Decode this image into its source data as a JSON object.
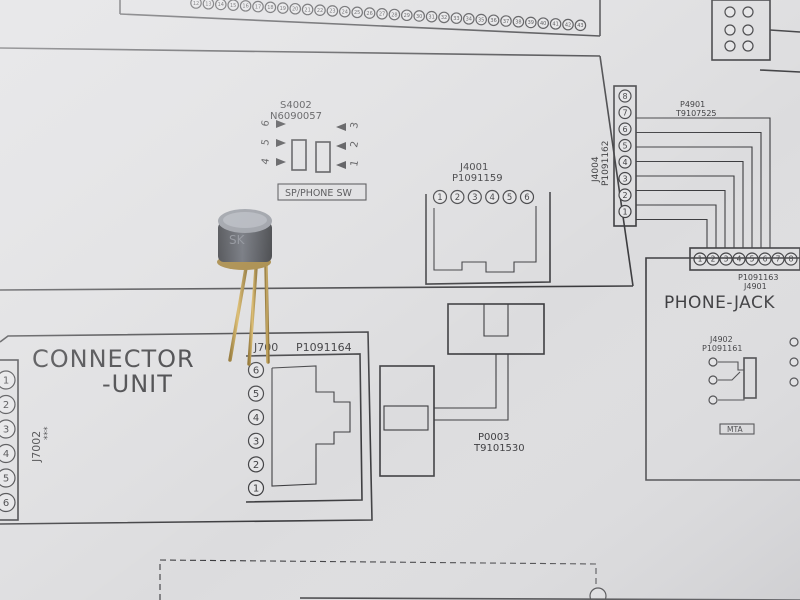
{
  "schematic": {
    "switch": {
      "ref": "S4002",
      "part": "N6090057",
      "label": "SP/PHONE SW",
      "pins": [
        "6",
        "5",
        "4",
        "3",
        "2",
        "1"
      ]
    },
    "jack_4001": {
      "ref": "J4001",
      "part": "P1091159",
      "pins": [
        "1",
        "2",
        "3",
        "4",
        "5",
        "6"
      ]
    },
    "header_4004": {
      "ref": "J4004",
      "part": "P1091162",
      "pins": [
        "8",
        "7",
        "6",
        "5",
        "4",
        "3",
        "2",
        "1"
      ]
    },
    "flat_cable": {
      "ref": "P4901",
      "part": "T9107525"
    },
    "header_4901": {
      "ref": "J4901",
      "part": "P1091163",
      "pins": [
        "1",
        "2",
        "3",
        "4",
        "5",
        "6",
        "7",
        "8"
      ]
    },
    "phone_jack": {
      "title": "PHONE-JACK",
      "ref": "J4902",
      "part": "P1091161",
      "label": "MTA"
    },
    "connector_unit": {
      "title_line1": "CONNECTOR",
      "title_line2": "-UNIT"
    },
    "jack_7001": {
      "ref": "J700",
      "part": "P1091164",
      "pins": [
        "1",
        "2",
        "3",
        "4",
        "5",
        "6"
      ]
    },
    "header_7002": {
      "ref": "J7002",
      "marks": "***",
      "pins": [
        "1",
        "2",
        "3",
        "4",
        "5",
        "6"
      ]
    },
    "cable_0003": {
      "ref": "P0003",
      "part": "T9101530"
    },
    "top_pins": [
      "12",
      "13",
      "14",
      "15",
      "16",
      "17",
      "18",
      "19",
      "20",
      "21",
      "22",
      "23",
      "24",
      "25",
      "26",
      "27",
      "28",
      "29",
      "30",
      "31",
      "32",
      "33",
      "34",
      "35",
      "36",
      "37",
      "38",
      "39",
      "40",
      "41",
      "42",
      "43"
    ],
    "transistor_marking": "SK"
  },
  "colors": {
    "paper": "#dcdcde",
    "ink": "#3b3b3e",
    "transistor_can": "#3a3d44",
    "leads": "#b8923c"
  }
}
